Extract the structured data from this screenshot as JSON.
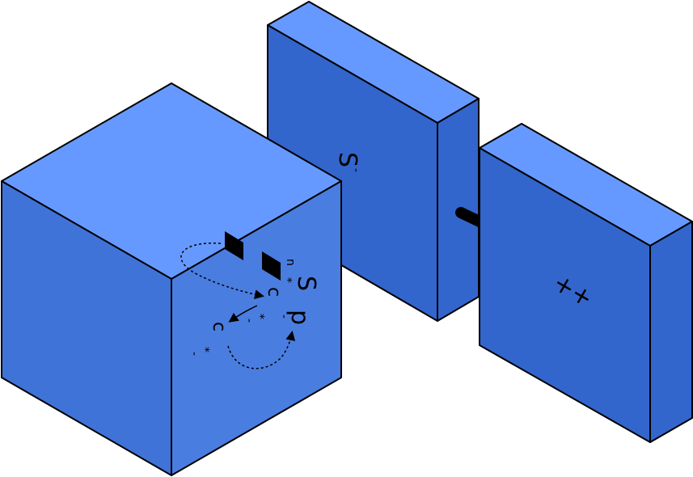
{
  "colors": {
    "top_face": "#6699ff",
    "front_face": "#3366cc",
    "side_face": "#4a7de0",
    "outline": "#000000",
    "marker": "#000000"
  },
  "labels": {
    "middle_plate_sign": "S",
    "middle_plate_superscript": "-",
    "right_plate_sign": "++",
    "cube_s": "S",
    "cube_n_sub": "n",
    "cube_star_n": "*",
    "cube_c_upper": "c",
    "cube_star_upper": "*",
    "cube_minus_upper": "-",
    "cube_c_lower": "c",
    "cube_star_lower": "*",
    "cube_minus_lower": "-",
    "cube_p": "p",
    "cube_p_sup": "-"
  }
}
